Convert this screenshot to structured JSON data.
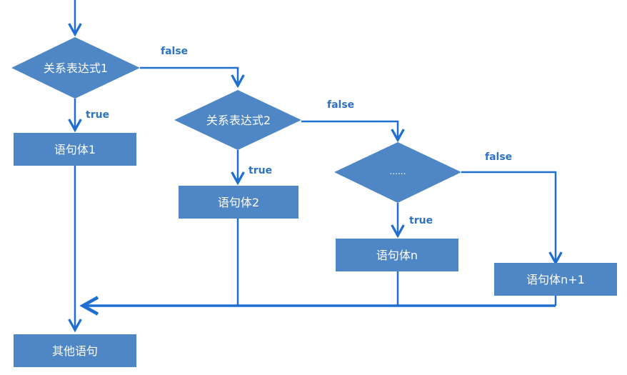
{
  "diagram": {
    "cond1": "关系表达式1",
    "cond2": "关系表达式2",
    "cond3": "......",
    "stmt1": "语句体1",
    "stmt2": "语句体2",
    "stmtn": "语句体n",
    "stmtn1": "语句体n+1",
    "other": "其他语句",
    "true_label": "true",
    "false_label": "false"
  },
  "colors": {
    "shape_fill": "#4f86c6",
    "line": "#1f6fd2",
    "label": "#2f72c4"
  }
}
